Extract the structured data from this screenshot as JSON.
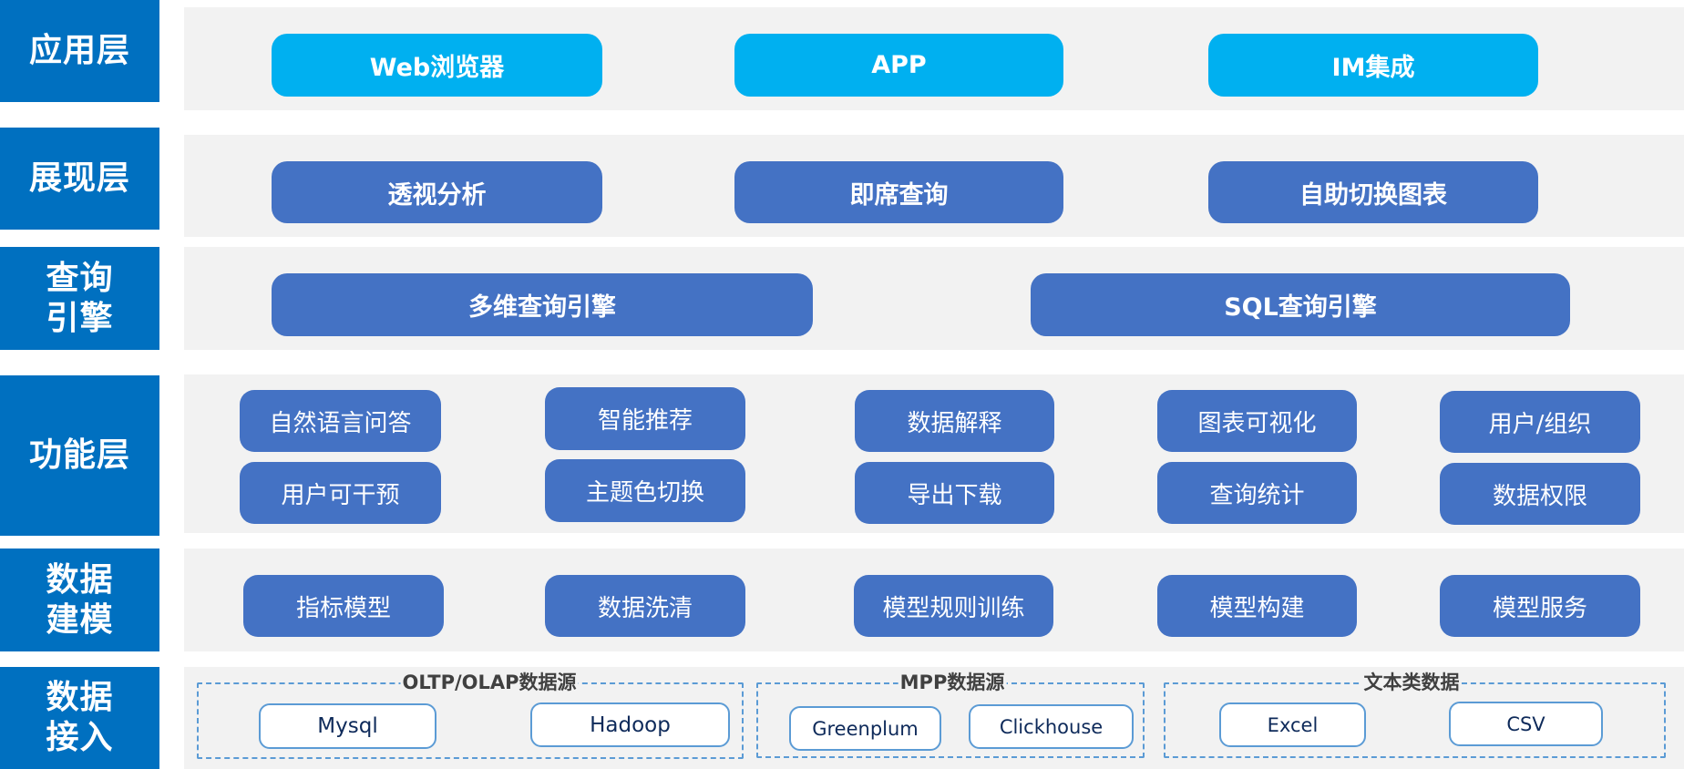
{
  "colors": {
    "layer_label_bg": "#0070C0",
    "app_button_bg": "#00B0F0",
    "function_button_bg": "#4472C4",
    "band_bg": "#F2F2F2",
    "dashed_border": "#5B9BD5",
    "source_text": "#0E2A5A",
    "group_title_text": "#404040"
  },
  "layers": {
    "application": {
      "label": "应用层",
      "items": [
        "Web浏览器",
        "APP",
        "IM集成"
      ]
    },
    "presentation": {
      "label": "展现层",
      "items": [
        "透视分析",
        "即席查询",
        "自助切换图表"
      ]
    },
    "query_engine": {
      "label": "查询\n引擎",
      "items": [
        "多维查询引擎",
        "SQL查询引擎"
      ]
    },
    "function": {
      "label": "功能层",
      "items": [
        "自然语言问答",
        "用户可干预",
        "智能推荐",
        "主题色切换",
        "数据解释",
        "导出下载",
        "图表可视化",
        "查询统计",
        "用户/组织",
        "数据权限"
      ]
    },
    "data_modeling": {
      "label": "数据\n建模",
      "items": [
        "指标模型",
        "数据洗清",
        "模型规则训练",
        "模型构建",
        "模型服务"
      ]
    },
    "data_ingestion": {
      "label": "数据\n接入",
      "groups": [
        {
          "title": "OLTP/OLAP数据源",
          "sources": [
            "Mysql",
            "Hadoop"
          ]
        },
        {
          "title": "MPP数据源",
          "sources": [
            "Greenplum",
            "Clickhouse"
          ]
        },
        {
          "title": "文本类数据",
          "sources": [
            "Excel",
            "CSV"
          ]
        }
      ]
    }
  }
}
